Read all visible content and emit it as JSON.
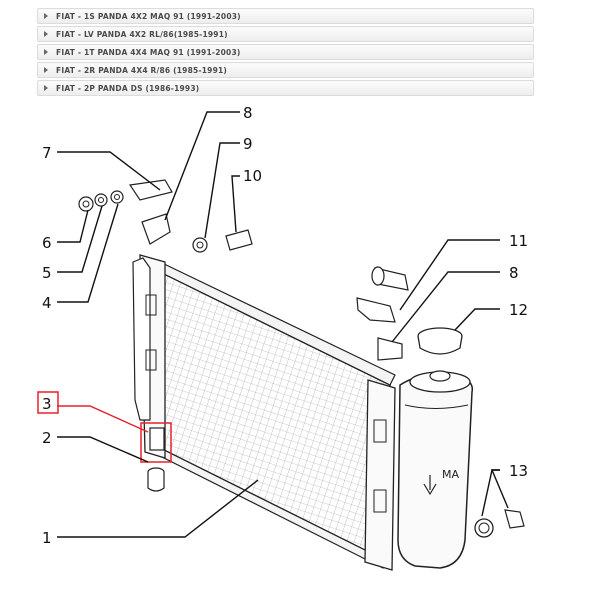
{
  "models": [
    {
      "label": "FIAT - 1S PANDA 4X2 MAQ 91 (1991-2003)"
    },
    {
      "label": "FIAT - LV PANDA 4X2 RL/86(1985-1991)"
    },
    {
      "label": "FIAT - 1T PANDA 4X4 MAQ 91 (1991-2003)"
    },
    {
      "label": "FIAT - 2R PANDA 4X4 R/86 (1985-1991)"
    },
    {
      "label": "FIAT - 2P PANDA DS (1986-1993)"
    }
  ],
  "callouts": {
    "c1": "1",
    "c2": "2",
    "c3": "3",
    "c4": "4",
    "c5": "5",
    "c6": "6",
    "c7": "7",
    "c8a": "8",
    "c8b": "8",
    "c9": "9",
    "c10": "10",
    "c11": "11",
    "c12": "12",
    "c13": "13"
  },
  "tank_mark": "MA",
  "highlight_color": "#e8202a"
}
